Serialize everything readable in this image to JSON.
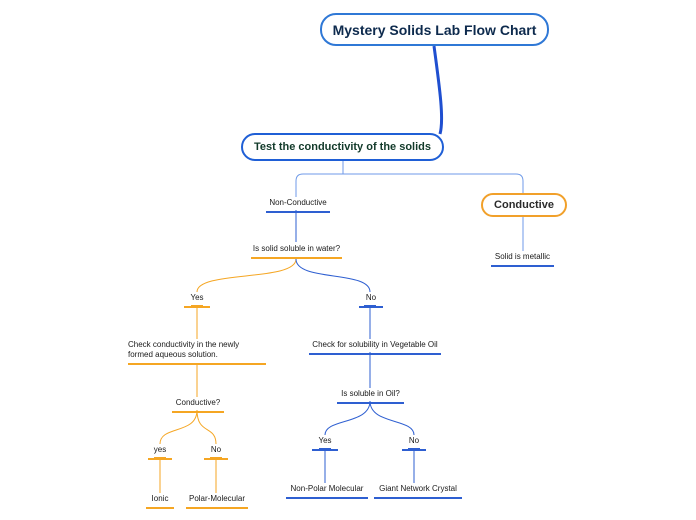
{
  "diagram": {
    "title": "Mystery Solids Lab Flow Chart",
    "root": "Test the conductivity of the solids",
    "non_conductive": "Non-Conductive",
    "conductive": "Conductive",
    "solid_metallic": "Solid is metallic",
    "soluble_water": "Is solid soluble in water?",
    "yes_water": "Yes",
    "no_water": "No",
    "check_aqueous": "Check conductivity in the newly formed aqueous solution.",
    "check_oil": "Check for solubility in Vegetable Oil",
    "conductive_q": "Conductive?",
    "soluble_oil": "Is soluble in Oil?",
    "yes_cond": "yes",
    "no_cond": "No",
    "yes_oil": "Yes",
    "no_oil": "No",
    "ionic": "Ionic",
    "polar_molecular": "Polar-Molecular",
    "nonpolar_molecular": "Non-Polar Molecular",
    "giant_network": "Giant Network Crystal"
  },
  "colors": {
    "blue_branch": "#2e5fd1",
    "light_blue_branch": "#6f9ae8",
    "orange_branch": "#f5a623",
    "title_connector": "#1f4fd0"
  }
}
